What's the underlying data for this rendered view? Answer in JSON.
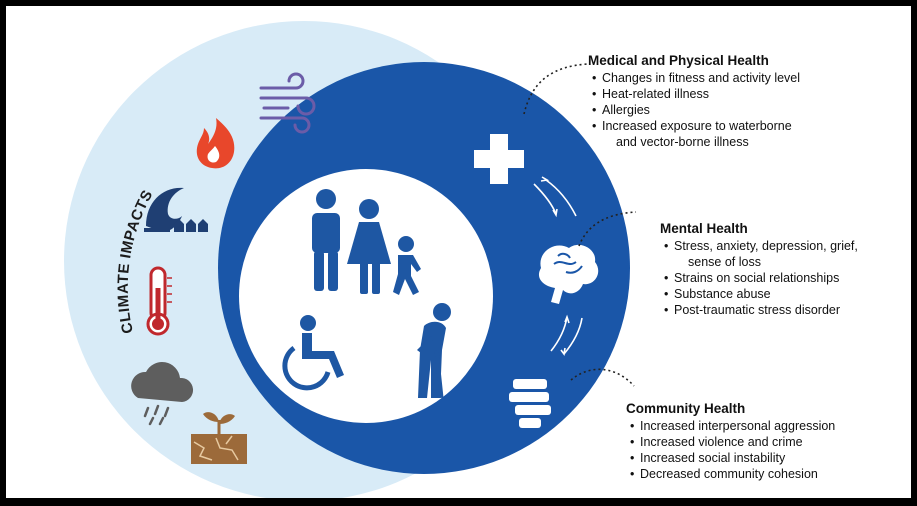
{
  "climate_label": "CLIMATE IMPACTS",
  "colors": {
    "outer_circle": "#d8ebf7",
    "ring": "#1a56a8",
    "inner_circle": "#ffffff",
    "people": "#1e57a3",
    "fire": "#e8472b",
    "thermometer": "#c0282d",
    "cloud": "#5e5e5e",
    "soil": "#9c6a3a",
    "wind": "#6b5ca8"
  },
  "icons": {
    "climate": [
      "wind-icon",
      "wildfire-icon",
      "flood-wave-icon",
      "thermometer-icon",
      "rain-cloud-icon",
      "drought-seedling-icon"
    ],
    "people": [
      "adult-man-icon",
      "adult-woman-icon",
      "child-icon",
      "wheelchair-user-icon",
      "elderly-person-icon"
    ],
    "health": [
      "medical-cross-icon",
      "brain-icon",
      "handshake-icon"
    ]
  },
  "sections": {
    "medical": {
      "title": "Medical and Physical Health",
      "items": [
        "Changes in fitness and activity level",
        "Heat-related illness",
        "Allergies",
        "Increased exposure to waterborne",
        "and vector-borne illness"
      ]
    },
    "mental": {
      "title": "Mental Health",
      "items": [
        "Stress, anxiety, depression, grief,",
        "sense of loss",
        "Strains on social relationships",
        "Substance abuse",
        "Post-traumatic stress disorder"
      ]
    },
    "community": {
      "title": "Community Health",
      "items": [
        "Increased interpersonal aggression",
        "Increased violence and crime",
        "Increased social instability",
        "Decreased community cohesion"
      ]
    }
  }
}
